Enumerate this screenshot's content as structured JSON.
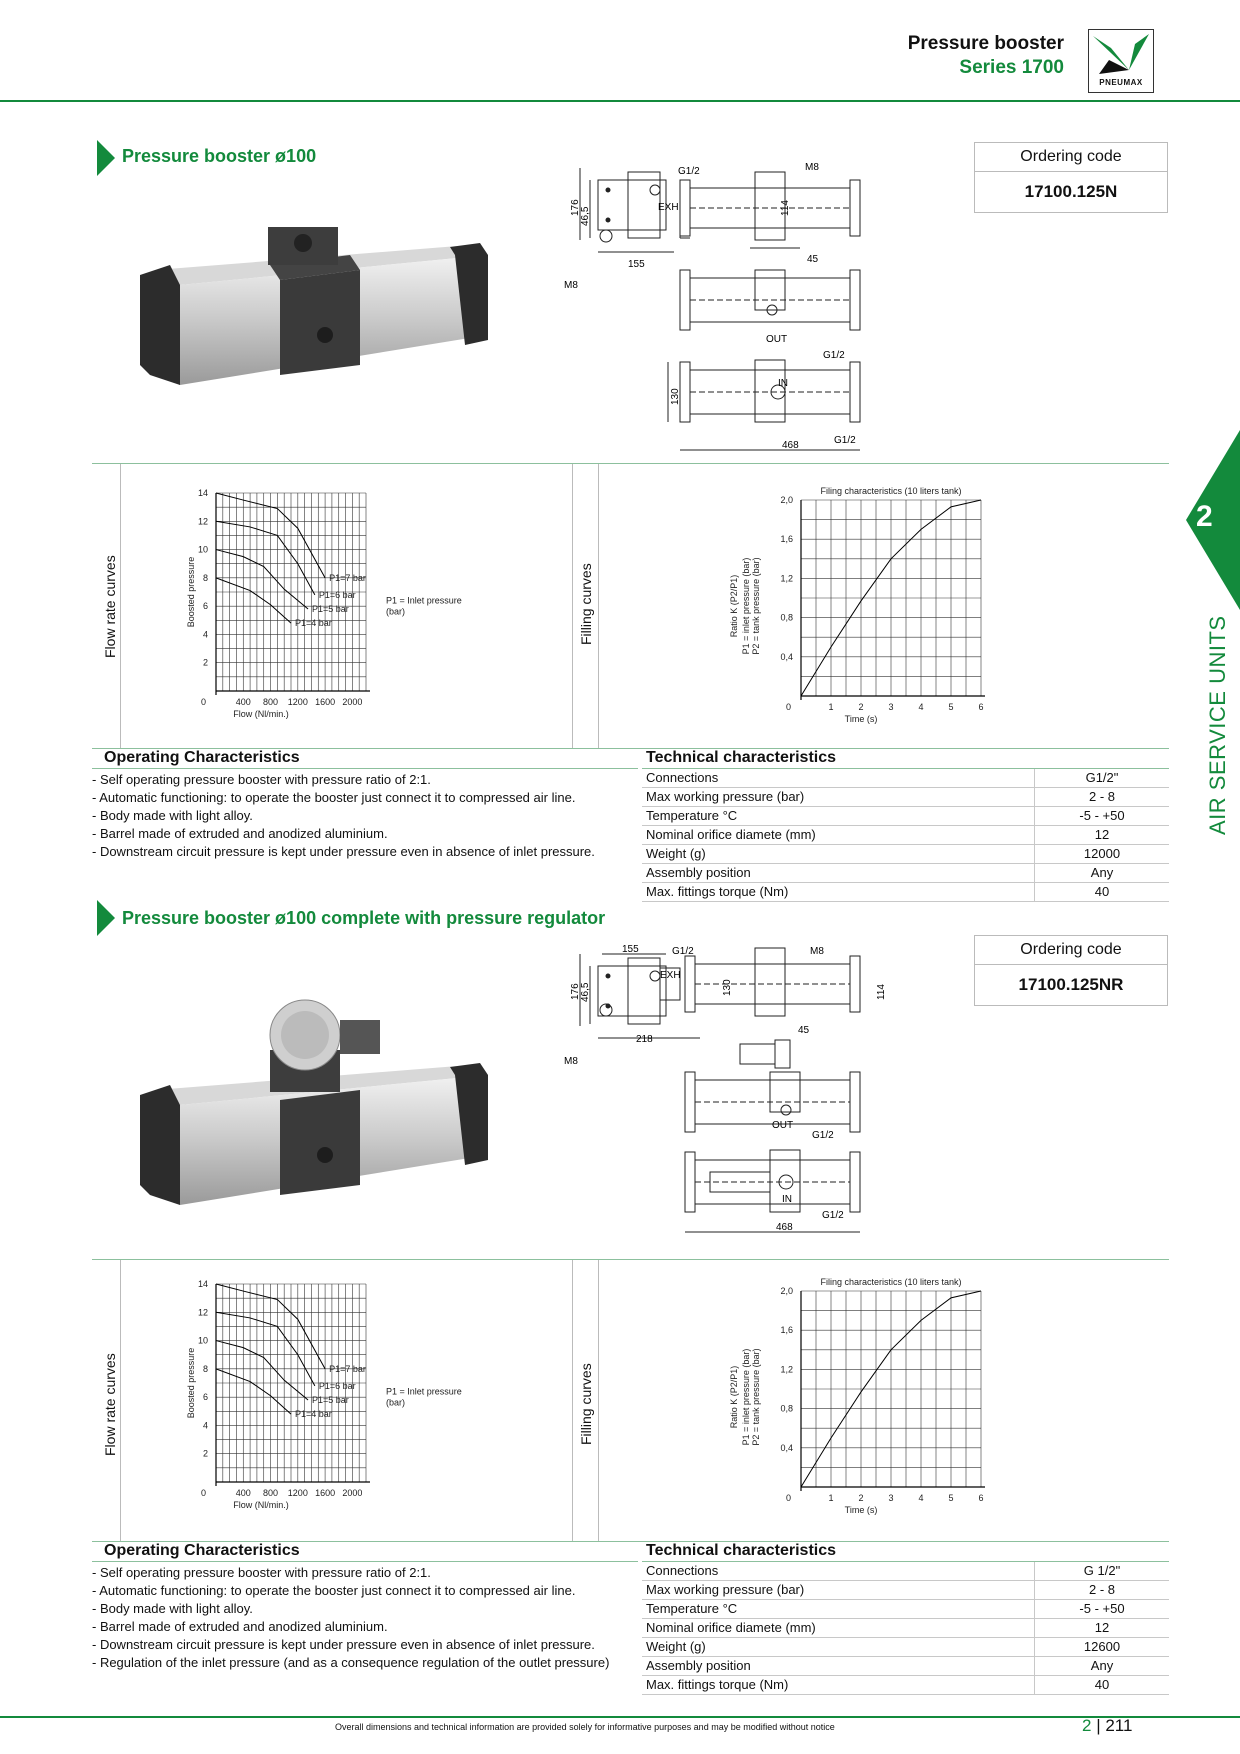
{
  "header": {
    "title": "Pressure booster",
    "series": "Series 1700",
    "logo_text": "PNEUMAX"
  },
  "side_tab": {
    "number": "2",
    "label": "AIR SERVICE UNITS"
  },
  "footer": {
    "note": "Overall dimensions and technical information are provided solely for informative purposes and may be modified without notice",
    "page_chapter": "2",
    "page_number": "211"
  },
  "sections": [
    {
      "title": "Pressure booster ø100",
      "ordering_label": "Ordering code",
      "ordering_code": "17100.125N",
      "drawing_labels": {
        "g12a": "G1/2",
        "m8a": "M8",
        "d176": "176",
        "d465": "46,5",
        "exh": "EXH",
        "d114": "114",
        "d155": "155",
        "d45": "45",
        "m8b": "M8",
        "out": "OUT",
        "g12b": "G1/2",
        "d130": "130",
        "in": "IN",
        "g12c": "G1/2",
        "d468": "468"
      },
      "flow_label": "Flow rate curves",
      "filling_label": "Filling curves",
      "op_title": "Operating Characteristics",
      "op_items": [
        "- Self operating pressure booster with pressure ratio of 2:1.",
        "- Automatic functioning: to operate the booster just connect it to compressed air line.",
        "- Body made with light alloy.",
        "- Barrel made of extruded and anodized aluminium.",
        "- Downstream circuit pressure is kept under pressure even in absence of inlet pressure."
      ],
      "tech_title": "Technical characteristics",
      "tech_rows": [
        [
          "Connections",
          "G1/2\""
        ],
        [
          "Max working pressure (bar)",
          "2 - 8"
        ],
        [
          "Temperature °C",
          "-5 - +50"
        ],
        [
          "Nominal orifice diamete (mm)",
          "12"
        ],
        [
          "Weight (g)",
          "12000"
        ],
        [
          "Assembly position",
          "Any"
        ],
        [
          "Max. fittings torque (Nm)",
          "40"
        ]
      ]
    },
    {
      "title": "Pressure booster ø100 complete with pressure regulator",
      "ordering_label": "Ordering code",
      "ordering_code": "17100.125NR",
      "drawing_labels": {
        "d155": "155",
        "g12a": "G1/2",
        "m8a": "M8",
        "d176": "176",
        "d465": "46,5",
        "exh": "EXH",
        "d130": "130",
        "d114": "114",
        "d45": "45",
        "d218": "218",
        "m8b": "M8",
        "out": "OUT",
        "g12b": "G1/2",
        "in": "IN",
        "g12c": "G1/2",
        "d468": "468"
      },
      "flow_label": "Flow rate curves",
      "filling_label": "Filling curves",
      "op_title": "Operating Characteristics",
      "op_items": [
        "- Self operating pressure booster with pressure ratio of 2:1.",
        "- Automatic functioning: to operate the booster just connect it to compressed air line.",
        "- Body made with light alloy.",
        "- Barrel made of extruded and anodized aluminium.",
        "- Downstream circuit pressure is kept under pressure even in absence of inlet pressure.",
        "- Regulation of the inlet pressure (and as a consequence regulation of the outlet pressure)"
      ],
      "tech_title": "Technical characteristics",
      "tech_rows": [
        [
          "Connections",
          "G 1/2\""
        ],
        [
          "Max working pressure (bar)",
          "2 - 8"
        ],
        [
          "Temperature °C",
          "-5 - +50"
        ],
        [
          "Nominal orifice diamete (mm)",
          "12"
        ],
        [
          "Weight (g)",
          "12600"
        ],
        [
          "Assembly position",
          "Any"
        ],
        [
          "Max. fittings torque (Nm)",
          "40"
        ]
      ]
    }
  ],
  "chart_data": [
    {
      "type": "line",
      "title": "",
      "xlabel": "Flow (Nl/min.)",
      "ylabel": "Boosted pressure",
      "xlim": [
        0,
        2200
      ],
      "ylim": [
        0,
        14
      ],
      "x_ticks": [
        400,
        800,
        1200,
        1600,
        2000
      ],
      "y_ticks": [
        2,
        4,
        6,
        8,
        10,
        12,
        14
      ],
      "x_tick_labels": [
        "400",
        "800",
        "1200",
        "1600",
        "2000"
      ],
      "y_tick_labels": [
        "2",
        "4",
        "6",
        "8",
        "10",
        "12",
        "14"
      ],
      "origin_label": "0",
      "note": "P1 = Inlet pressure (bar)",
      "series": [
        {
          "name": "P1=7 bar",
          "x": [
            0,
            400,
            900,
            1200,
            1600
          ],
          "y": [
            14,
            13.5,
            12.9,
            11.5,
            8
          ]
        },
        {
          "name": "P1=6 bar",
          "x": [
            0,
            500,
            900,
            1200,
            1450
          ],
          "y": [
            12,
            11.6,
            11,
            9,
            6.8
          ]
        },
        {
          "name": "P1=5 bar",
          "x": [
            0,
            400,
            700,
            1000,
            1350
          ],
          "y": [
            10,
            9.5,
            8.8,
            7.2,
            5.8
          ]
        },
        {
          "name": "P1=4 bar",
          "x": [
            0,
            500,
            800,
            1100
          ],
          "y": [
            8,
            7.1,
            6.1,
            4.8
          ]
        }
      ]
    },
    {
      "type": "line",
      "title": "Filing characteristics (10 liters tank)",
      "xlabel": "Time (s)",
      "ylabel": "Ratio K (P2/P1)",
      "ylabel2": "P1 = inlet pressure (bar)",
      "ylabel3": "P2 = tank pressure (bar)",
      "xlim": [
        0,
        6
      ],
      "ylim": [
        0,
        2
      ],
      "x_ticks": [
        1,
        2,
        3,
        4,
        5,
        6
      ],
      "y_ticks": [
        0.4,
        0.8,
        1.2,
        1.6,
        2.0
      ],
      "x_tick_labels": [
        "1",
        "2",
        "3",
        "4",
        "5",
        "6"
      ],
      "y_tick_labels": [
        "0,4",
        "0,8",
        "1,2",
        "1,6",
        "2,0"
      ],
      "origin_label": "0",
      "series": [
        {
          "name": "",
          "x": [
            0,
            1,
            2,
            3,
            4,
            5,
            6
          ],
          "y": [
            0,
            0.5,
            0.97,
            1.4,
            1.7,
            1.93,
            2.0
          ]
        }
      ]
    },
    {
      "type": "line",
      "title": "",
      "xlabel": "Flow (Nl/min.)",
      "ylabel": "Boosted pressure",
      "xlim": [
        0,
        2200
      ],
      "ylim": [
        0,
        14
      ],
      "x_ticks": [
        400,
        800,
        1200,
        1600,
        2000
      ],
      "y_ticks": [
        2,
        4,
        6,
        8,
        10,
        12,
        14
      ],
      "x_tick_labels": [
        "400",
        "800",
        "1200",
        "1600",
        "2000"
      ],
      "y_tick_labels": [
        "2",
        "4",
        "6",
        "8",
        "10",
        "12",
        "14"
      ],
      "origin_label": "0",
      "note": "P1 = Inlet pressure (bar)",
      "series": [
        {
          "name": "P1=7 bar",
          "x": [
            0,
            400,
            900,
            1200,
            1600
          ],
          "y": [
            14,
            13.5,
            12.9,
            11.5,
            8
          ]
        },
        {
          "name": "P1=6 bar",
          "x": [
            0,
            500,
            900,
            1200,
            1450
          ],
          "y": [
            12,
            11.6,
            11,
            9,
            6.8
          ]
        },
        {
          "name": "P1=5 bar",
          "x": [
            0,
            400,
            700,
            1000,
            1350
          ],
          "y": [
            10,
            9.5,
            8.8,
            7.2,
            5.8
          ]
        },
        {
          "name": "P1=4 bar",
          "x": [
            0,
            500,
            800,
            1100
          ],
          "y": [
            8,
            7.1,
            6.1,
            4.8
          ]
        }
      ]
    },
    {
      "type": "line",
      "title": "Filing characteristics (10 liters tank)",
      "xlabel": "Time (s)",
      "ylabel": "Ratio K (P2/P1)",
      "ylabel2": "P1 = inlet pressure (bar)",
      "ylabel3": "P2 = tank pressure (bar)",
      "xlim": [
        0,
        6
      ],
      "ylim": [
        0,
        2
      ],
      "x_ticks": [
        1,
        2,
        3,
        4,
        5,
        6
      ],
      "y_ticks": [
        0.4,
        0.8,
        1.2,
        1.6,
        2.0
      ],
      "x_tick_labels": [
        "1",
        "2",
        "3",
        "4",
        "5",
        "6"
      ],
      "y_tick_labels": [
        "0,4",
        "0,8",
        "1,2",
        "1,6",
        "2,0"
      ],
      "origin_label": "0",
      "series": [
        {
          "name": "",
          "x": [
            0,
            1,
            2,
            3,
            4,
            5,
            6
          ],
          "y": [
            0,
            0.5,
            0.97,
            1.4,
            1.7,
            1.93,
            2.0
          ]
        }
      ]
    }
  ]
}
